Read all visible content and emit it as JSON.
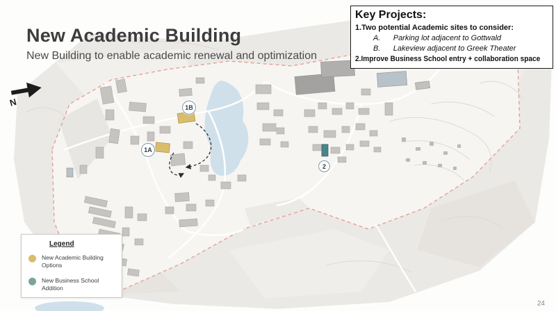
{
  "header": {
    "title": "New Academic Building",
    "subtitle": "New Building to enable academic renewal and optimization"
  },
  "key_projects": {
    "heading": "Key Projects:",
    "items": [
      {
        "text": "1.Two potential Academic sites to consider:"
      },
      {
        "text": "A.      Parking lot adjacent to Gottwald"
      },
      {
        "text": "B.      Lakeview adjacent to Greek Theater"
      },
      {
        "text": "2.Improve Business School entry + collaboration space"
      }
    ]
  },
  "map": {
    "north_label": "N",
    "markers": [
      {
        "label": "1A"
      },
      {
        "label": "1B"
      },
      {
        "label": "2"
      }
    ]
  },
  "legend": {
    "heading": "Legend",
    "items": [
      {
        "label": "New Academic Building Options",
        "color": "#d9bd6d"
      },
      {
        "label": "New Business School Addition",
        "color": "#7ba39b"
      }
    ]
  },
  "footer": {
    "page_number": "24"
  },
  "colors": {
    "academic_option": "#d9bd6d",
    "business_addition": "#47858a",
    "campus_boundary": "#e2a196",
    "lake": "#cfe0ea"
  }
}
